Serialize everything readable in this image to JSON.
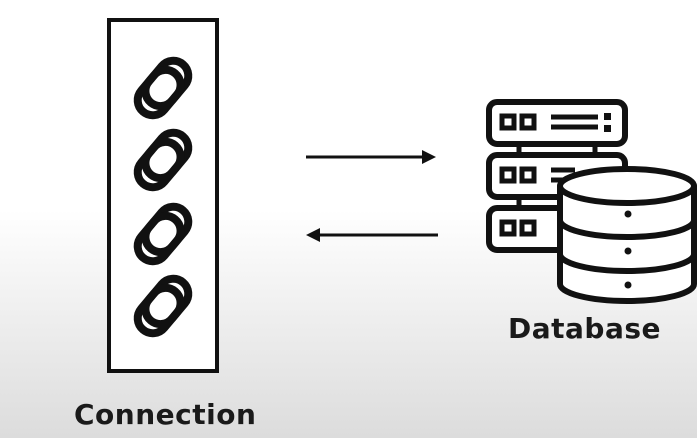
{
  "connection_pool": {
    "label": "Connection",
    "link_icons": [
      "chain-link-icon",
      "chain-link-icon",
      "chain-link-icon",
      "chain-link-icon"
    ]
  },
  "database": {
    "label": "Database",
    "icons": [
      "server-rack-icon",
      "database-cylinder-icon"
    ]
  },
  "arrows": [
    "arrow-right",
    "arrow-left"
  ],
  "colors": {
    "stroke": "#111111",
    "background": "#ffffff"
  }
}
